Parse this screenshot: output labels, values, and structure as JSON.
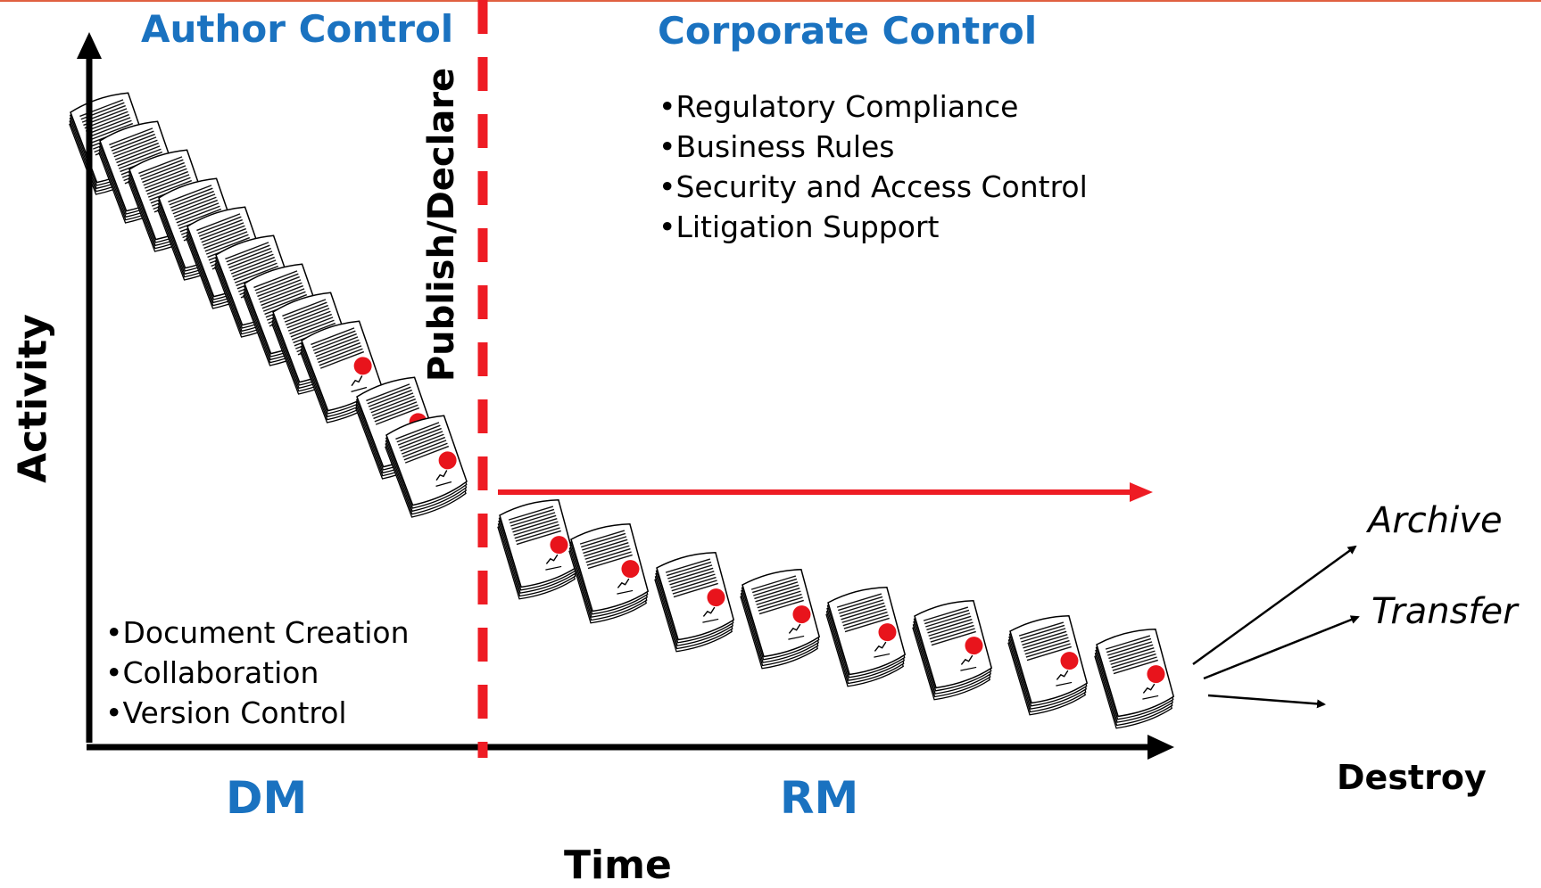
{
  "headings": {
    "author_control": "Author Control",
    "corporate_control": "Corporate Control"
  },
  "publish_declare": "Publish/Declare",
  "axes": {
    "y_label": "Activity",
    "x_label": "Time"
  },
  "phases": {
    "dm": "DM",
    "rm": "RM"
  },
  "corporate_bullets": [
    "Regulatory Compliance",
    "Business Rules",
    "Security and Access Control",
    "Litigation Support"
  ],
  "author_bullets": [
    "Document Creation",
    "Collaboration",
    "Version Control"
  ],
  "outcomes": {
    "archive": "Archive",
    "transfer": "Transfer",
    "destroy": "Destroy"
  },
  "colors": {
    "accent_red": "#ee1c24",
    "heading_blue": "#1a72c0",
    "axis_black": "#000000",
    "seal_red": "#e8141c"
  },
  "document_icon_counts": {
    "draft_documents": 9,
    "published_documents_author_side": 2,
    "records_corporate_side": 8
  }
}
